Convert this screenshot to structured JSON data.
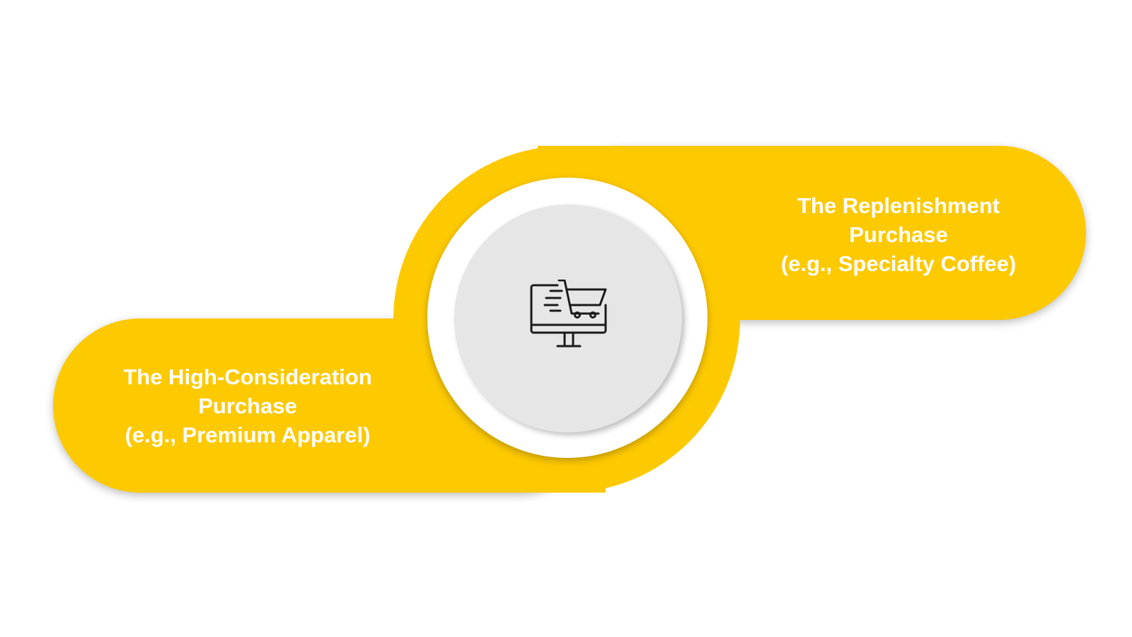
{
  "colors": {
    "accent": "#FDC900",
    "inner_circle": "#E6E6E6",
    "icon_stroke": "#1a1a1a",
    "text": "#FFFFFF"
  },
  "center": {
    "icon": "computer-shopping-cart-icon"
  },
  "left_item": {
    "line1": "The High-Consideration",
    "line2": "Purchase",
    "line3": "(e.g., Premium Apparel)"
  },
  "right_item": {
    "line1": "The Replenishment",
    "line2": "Purchase",
    "line3": "(e.g., Specialty Coffee)"
  }
}
